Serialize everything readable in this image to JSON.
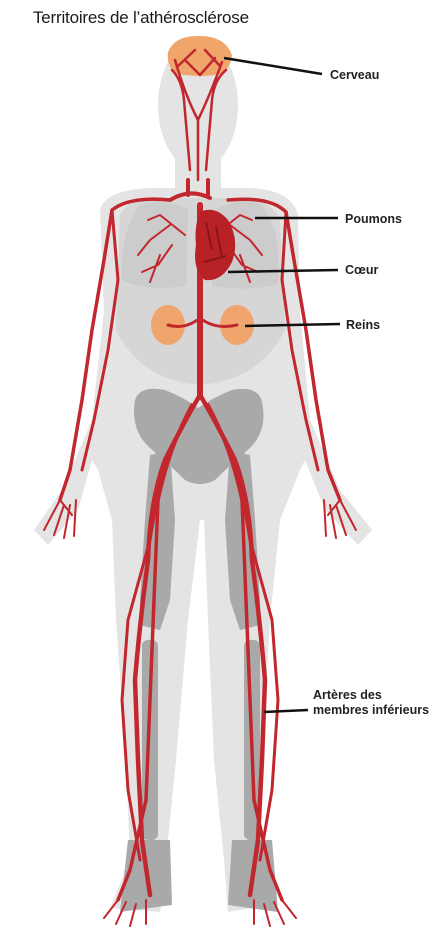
{
  "title": "Territoires de l’athérosclérose",
  "labels": {
    "cerveau": "Cerveau",
    "poumons": "Poumons",
    "coeur": "Cœur",
    "reins": "Reins",
    "arteres_line1": "Artères des",
    "arteres_line2": "membres inférieurs"
  },
  "colors": {
    "body_silhouette": "#e4e4e4",
    "torso_shade": "#d6d6d6",
    "bones": "#a9a9a9",
    "artery": "#c1272d",
    "heart": "#b82227",
    "brain": "#f0a66a",
    "kidney": "#efa56c",
    "pointer": "#111111"
  }
}
